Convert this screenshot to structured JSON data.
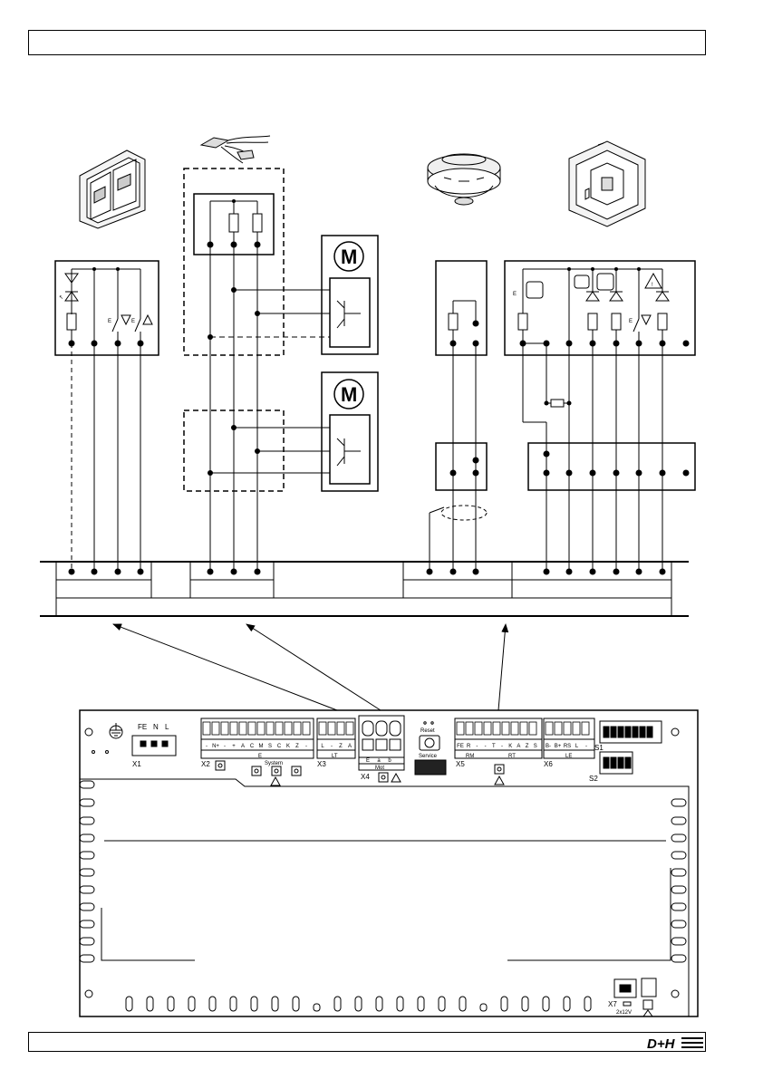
{
  "page": {
    "logo_text": "D+H"
  },
  "bus": {
    "groups": [
      {
        "id": "E",
        "terminals": 4
      },
      {
        "id": "blank",
        "terminals": 0
      },
      {
        "id": "LT",
        "terminals": 3
      },
      {
        "id": "Mot",
        "terminals": 0
      },
      {
        "id": "RM",
        "terminals": 3
      },
      {
        "id": "RT",
        "terminals": 6
      }
    ]
  },
  "devices": {
    "motor1_label": "M",
    "motor2_label": "M"
  },
  "board": {
    "power_labels": [
      "FE",
      "N",
      "L"
    ],
    "x1": "X1",
    "x2": "X2",
    "x3": "X3",
    "x4": "X4",
    "x5": "X5",
    "x6": "X6",
    "x7": "X7",
    "s1": "S1",
    "s2": "S2",
    "reset": "Reset",
    "service": "Service",
    "system": "System",
    "voltage": "2x12V",
    "x2_pins": [
      "-",
      "N+",
      "-",
      "+",
      "A",
      "C",
      "M",
      "S",
      "C",
      "K",
      "Z",
      "-"
    ],
    "x2_group": "E",
    "x3_pins": [
      "L",
      "-",
      "Z",
      "A"
    ],
    "x3_group": "LT",
    "x4_pins": [
      "E",
      "a",
      "b"
    ],
    "x4_group": "Mot",
    "x5_pins": [
      "FE",
      "R",
      "-",
      "-",
      "T",
      "-",
      "K",
      "A",
      "Z",
      "S"
    ],
    "x5_group_rm": "RM",
    "x5_group_rt": "RT",
    "x6_pins": [
      "B-",
      "B+",
      "RS",
      "L",
      "-"
    ],
    "x6_group": "LE"
  }
}
